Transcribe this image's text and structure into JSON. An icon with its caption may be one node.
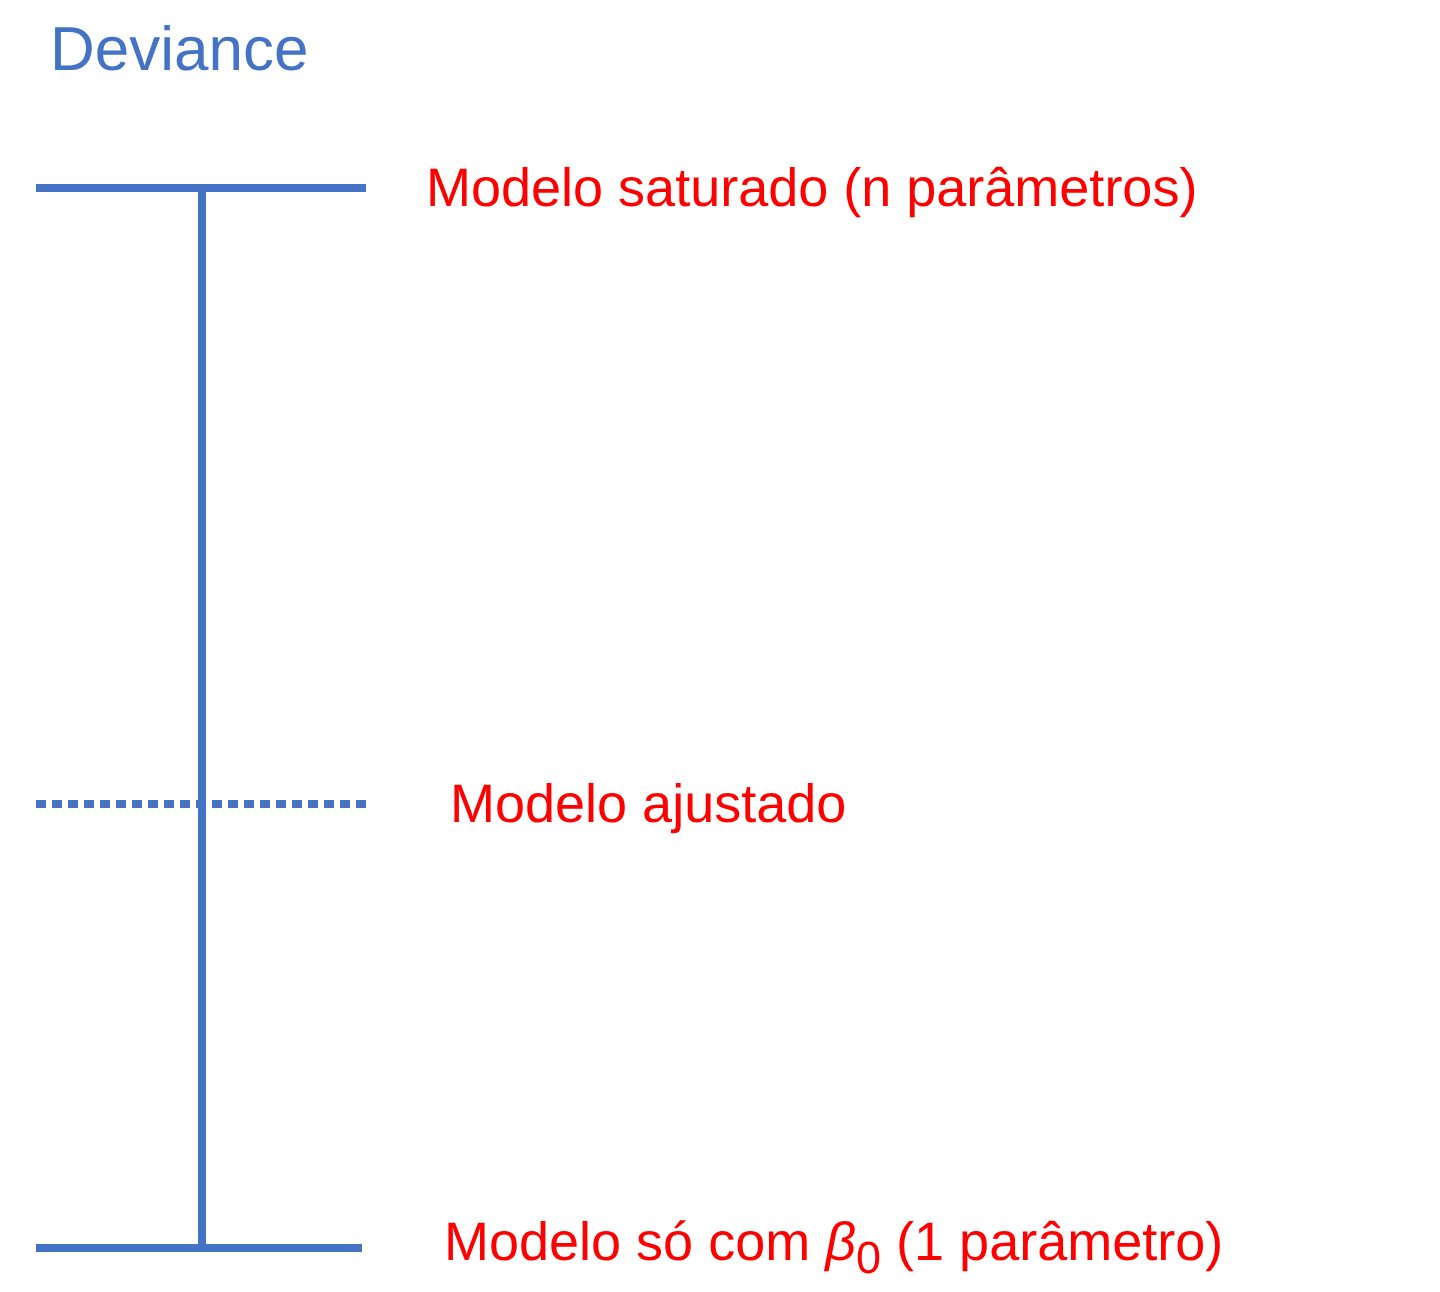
{
  "diagram": {
    "title": "Deviance",
    "nodes": [
      {
        "text": [],
        "shape": "bar",
        "beside": [
          "Modelo saturado (n parâmetros)"
        ]
      },
      {
        "text": [],
        "shape": "bar",
        "beside": [
          "Modelo ajustado"
        ]
      },
      {
        "text": [],
        "shape": "bar",
        "beside": [
          "Modelo só com *β*$_{0}$ (1 parâmetro)"
        ]
      }
    ],
    "edges": [
      {
        "from": 0,
        "to": 2,
        "arrow": "none"
      }
    ]
  }
}
